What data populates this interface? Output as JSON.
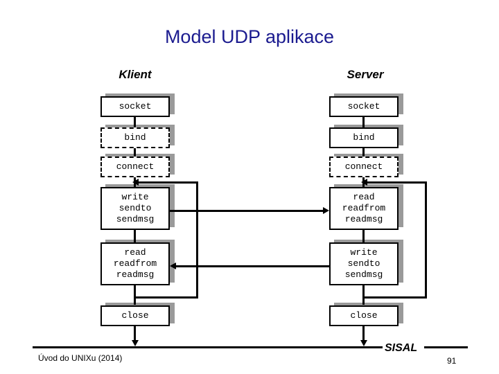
{
  "slide": {
    "title": "Model UDP aplikace",
    "background": "#ffffff",
    "title_color": "#1b1b8f"
  },
  "columns": {
    "client_label": "Klient",
    "server_label": "Server"
  },
  "client_flow": [
    {
      "id": "socket",
      "label": "socket",
      "lines": [
        "socket"
      ],
      "border": "solid"
    },
    {
      "id": "bind",
      "label": "bind",
      "lines": [
        "bind"
      ],
      "border": "dashed"
    },
    {
      "id": "connect",
      "label": "connect",
      "lines": [
        "connect"
      ],
      "border": "dashed"
    },
    {
      "id": "write",
      "label": "write sendto sendmsg",
      "lines": [
        "write",
        "sendto",
        "sendmsg"
      ],
      "border": "solid"
    },
    {
      "id": "read",
      "label": "read readfrom readmsg",
      "lines": [
        "read",
        "readfrom",
        "readmsg"
      ],
      "border": "solid"
    },
    {
      "id": "close",
      "label": "close",
      "lines": [
        "close"
      ],
      "border": "solid"
    }
  ],
  "server_flow": [
    {
      "id": "socket",
      "label": "socket",
      "lines": [
        "socket"
      ],
      "border": "solid"
    },
    {
      "id": "bind",
      "label": "bind",
      "lines": [
        "bind"
      ],
      "border": "solid"
    },
    {
      "id": "connect",
      "label": "connect",
      "lines": [
        "connect"
      ],
      "border": "dashed"
    },
    {
      "id": "read",
      "label": "read readfrom readmsg",
      "lines": [
        "read",
        "readfrom",
        "readmsg"
      ],
      "border": "solid"
    },
    {
      "id": "write",
      "label": "write sendto sendmsg",
      "lines": [
        "write",
        "sendto",
        "sendmsg"
      ],
      "border": "solid"
    },
    {
      "id": "close",
      "label": "close",
      "lines": [
        "close"
      ],
      "border": "solid"
    }
  ],
  "client_box_text": {
    "socket": "socket",
    "bind": "bind",
    "connect": "connect",
    "write_l1": "write",
    "write_l2": "sendto",
    "write_l3": "sendmsg",
    "read_l1": "read",
    "read_l2": "readfrom",
    "read_l3": "readmsg",
    "close": "close"
  },
  "server_box_text": {
    "socket": "socket",
    "bind": "bind",
    "connect": "connect",
    "read_l1": "read",
    "read_l2": "readfrom",
    "read_l3": "readmsg",
    "write_l1": "write",
    "write_l2": "sendto",
    "write_l3": "sendmsg",
    "close": "close"
  },
  "footer": {
    "course": "Úvod do UNIXu (2014)",
    "brand": "SISAL",
    "page": "91"
  }
}
